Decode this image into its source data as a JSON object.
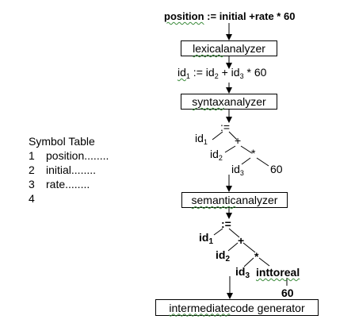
{
  "source_statement": {
    "word_position": "position",
    "rest": " := initial +rate * 60"
  },
  "boxes": {
    "lexical": {
      "word": "lexical",
      "rest": " analyzer"
    },
    "syntax": {
      "word": "syntax",
      "rest": " analyzer"
    },
    "semantic": {
      "word": "semantic",
      "rest": " analyzer"
    },
    "intermediate": {
      "word": "intermediate",
      "rest": " code generator"
    }
  },
  "token_stream": {
    "id": "id",
    "sub1": "1",
    "assign": " := ",
    "sub2": "2",
    "plus": " + ",
    "sub3": "3",
    "rest": " * 60"
  },
  "syntax_tree": {
    "root": ":=",
    "id1": "id",
    "id1_sub": "1",
    "plus": "+",
    "id2": "id",
    "id2_sub": "2",
    "times": "*",
    "id3": "id",
    "id3_sub": "3",
    "num": "60"
  },
  "semantic_tree": {
    "root": ":=",
    "id1": "id",
    "id1_sub": "1",
    "plus": "+",
    "id2": "id",
    "id2_sub": "2",
    "times": "*",
    "id3": "id",
    "id3_sub": "3",
    "conv": "inttoreal",
    "num": "60"
  },
  "symbol_table": {
    "title": "Symbol Table",
    "rows": [
      {
        "index": "1",
        "name": "position........"
      },
      {
        "index": "2",
        "name": "initial........"
      },
      {
        "index": "3",
        "name": "rate........"
      },
      {
        "index": "4",
        "name": ""
      }
    ]
  }
}
